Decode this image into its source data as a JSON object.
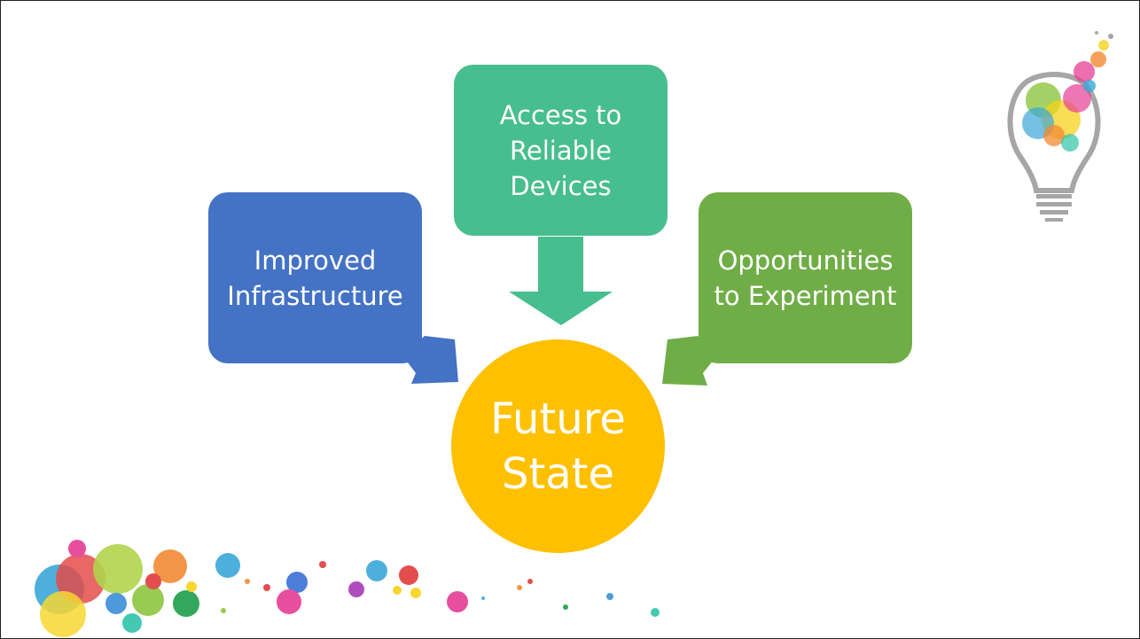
{
  "diagram": {
    "boxes": {
      "infrastructure": "Improved Infrastructure",
      "devices": "Access to Reliable Devices",
      "experiment": "Opportunities to Experiment"
    },
    "center": "Future State"
  },
  "colors": {
    "infrastructure": "#4472c4",
    "devices": "#47be8d",
    "experiment": "#70ad47",
    "center": "#ffc000"
  },
  "decorations": {
    "bubbles": "colorful-bubbles",
    "lightbulb": "lightbulb-icon"
  }
}
